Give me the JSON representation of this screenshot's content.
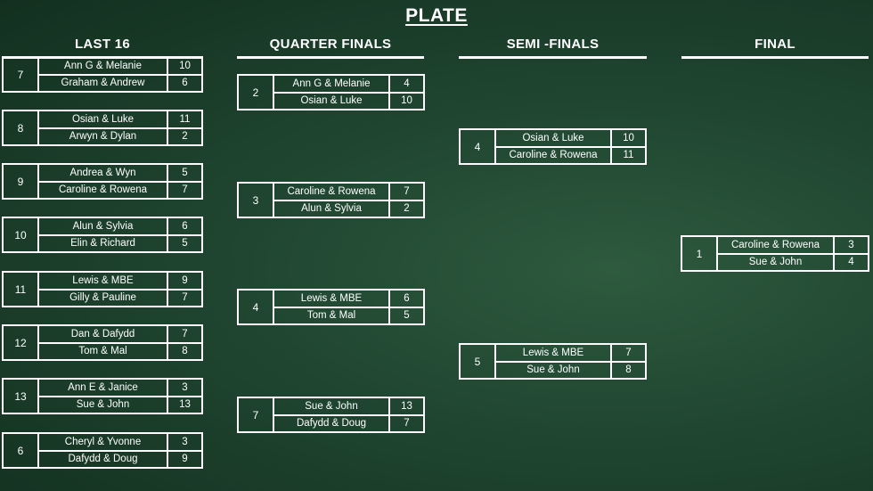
{
  "title": "PLATE",
  "columns": [
    "LAST 16",
    "QUARTER FINALS",
    "SEMI -FINALS",
    "FINAL"
  ],
  "last16": [
    {
      "seed": "7",
      "teams": [
        {
          "name": "Ann G & Melanie",
          "score": "10"
        },
        {
          "name": "Graham & Andrew",
          "score": "6"
        }
      ]
    },
    {
      "seed": "8",
      "teams": [
        {
          "name": "Osian & Luke",
          "score": "11"
        },
        {
          "name": "Arwyn & Dylan",
          "score": "2"
        }
      ]
    },
    {
      "seed": "9",
      "teams": [
        {
          "name": "Andrea & Wyn",
          "score": "5"
        },
        {
          "name": "Caroline & Rowena",
          "score": "7"
        }
      ]
    },
    {
      "seed": "10",
      "teams": [
        {
          "name": "Alun & Sylvia",
          "score": "6"
        },
        {
          "name": "Elin & Richard",
          "score": "5"
        }
      ]
    },
    {
      "seed": "11",
      "teams": [
        {
          "name": "Lewis & MBE",
          "score": "9"
        },
        {
          "name": "Gilly & Pauline",
          "score": "7"
        }
      ]
    },
    {
      "seed": "12",
      "teams": [
        {
          "name": "Dan & Dafydd",
          "score": "7"
        },
        {
          "name": "Tom & Mal",
          "score": "8"
        }
      ]
    },
    {
      "seed": "13",
      "teams": [
        {
          "name": "Ann E & Janice",
          "score": "3"
        },
        {
          "name": "Sue & John",
          "score": "13"
        }
      ]
    },
    {
      "seed": "6",
      "teams": [
        {
          "name": "Cheryl & Yvonne",
          "score": "3"
        },
        {
          "name": "Dafydd & Doug",
          "score": "9"
        }
      ]
    }
  ],
  "quarter": [
    {
      "seed": "2",
      "teams": [
        {
          "name": "Ann G & Melanie",
          "score": "4"
        },
        {
          "name": "Osian & Luke",
          "score": "10"
        }
      ]
    },
    {
      "seed": "3",
      "teams": [
        {
          "name": "Caroline & Rowena",
          "score": "7"
        },
        {
          "name": "Alun & Sylvia",
          "score": "2"
        }
      ]
    },
    {
      "seed": "4",
      "teams": [
        {
          "name": "Lewis & MBE",
          "score": "6"
        },
        {
          "name": "Tom & Mal",
          "score": "5"
        }
      ]
    },
    {
      "seed": "7",
      "teams": [
        {
          "name": "Sue & John",
          "score": "13"
        },
        {
          "name": "Dafydd & Doug",
          "score": "7"
        }
      ]
    }
  ],
  "semi": [
    {
      "seed": "4",
      "teams": [
        {
          "name": "Osian & Luke",
          "score": "10"
        },
        {
          "name": "Caroline & Rowena",
          "score": "11"
        }
      ]
    },
    {
      "seed": "5",
      "teams": [
        {
          "name": "Lewis & MBE",
          "score": "7"
        },
        {
          "name": "Sue & John",
          "score": "8"
        }
      ]
    }
  ],
  "final": [
    {
      "seed": "1",
      "teams": [
        {
          "name": "Caroline & Rowena",
          "score": "3"
        },
        {
          "name": "Sue & John",
          "score": "4"
        }
      ]
    }
  ]
}
